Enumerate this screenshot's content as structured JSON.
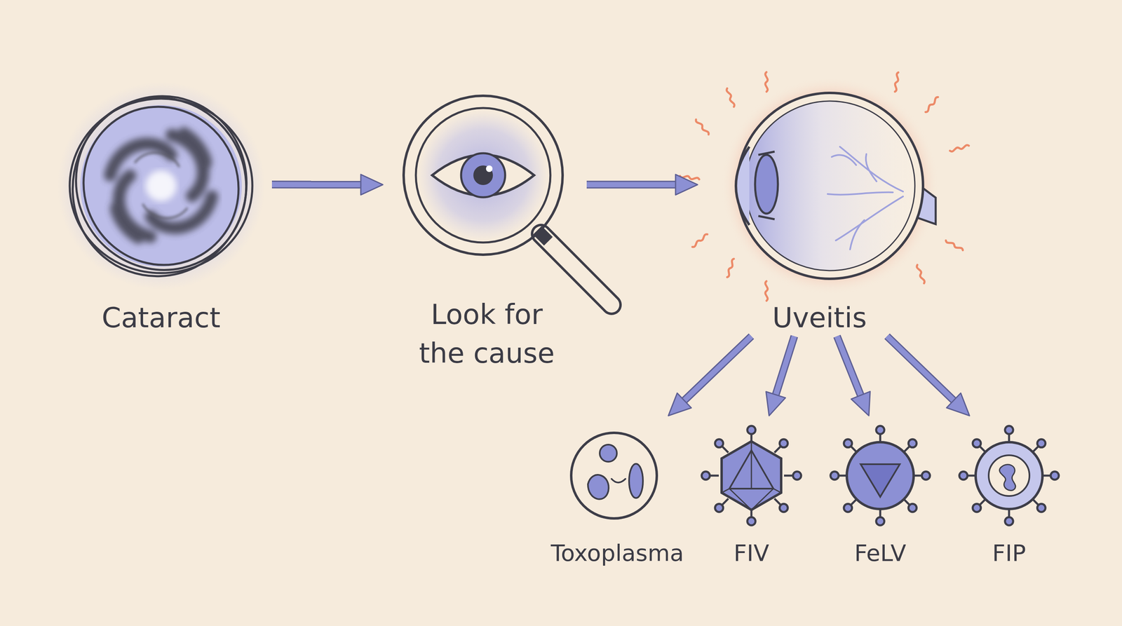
{
  "diagram": {
    "nodes": [
      {
        "text": [
          "Cataract"
        ]
      },
      {
        "text": [
          "Look for the cause"
        ]
      },
      {
        "text": [
          "Uveitis"
        ]
      },
      {
        "text": [
          "Toxoplasma"
        ]
      },
      {
        "text": [
          "FIV"
        ]
      },
      {
        "text": [
          "FeLV"
        ]
      },
      {
        "text": [
          "FIP"
        ]
      }
    ],
    "edges": [
      {
        "from": 0,
        "to": 1,
        "arrow": "to"
      },
      {
        "from": 1,
        "to": 2,
        "arrow": "to"
      },
      {
        "from": 2,
        "to": 3,
        "arrow": "to"
      },
      {
        "from": 2,
        "to": 4,
        "arrow": "to"
      },
      {
        "from": 2,
        "to": 5,
        "arrow": "to"
      },
      {
        "from": 2,
        "to": 6,
        "arrow": "to"
      }
    ]
  }
}
